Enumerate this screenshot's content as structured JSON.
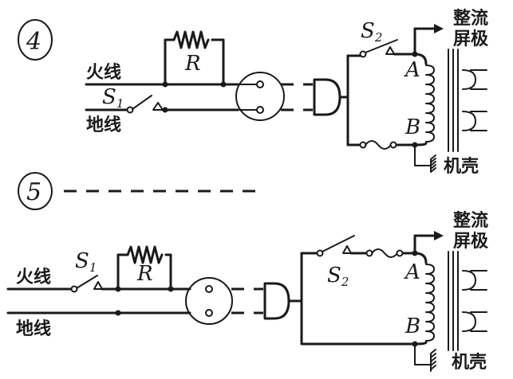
{
  "diagrams": [
    {
      "number": "4",
      "live_wire": "火线",
      "ground_wire": "地线",
      "switch1": {
        "letter": "S",
        "sub": "1"
      },
      "resistor": "R",
      "switch2": {
        "letter": "S",
        "sub": "2"
      },
      "terminal_a": "A",
      "terminal_b": "B",
      "rectifier_line1": "整流",
      "rectifier_line2": "屏极",
      "chassis": "机壳"
    },
    {
      "number": "5",
      "live_wire": "火线",
      "ground_wire": "地线",
      "switch1": {
        "letter": "S",
        "sub": "1"
      },
      "resistor": "R",
      "switch2": {
        "letter": "S",
        "sub": "2"
      },
      "terminal_a": "A",
      "terminal_b": "B",
      "rectifier_line1": "整流",
      "rectifier_line2": "屏极",
      "chassis": "机壳"
    }
  ]
}
